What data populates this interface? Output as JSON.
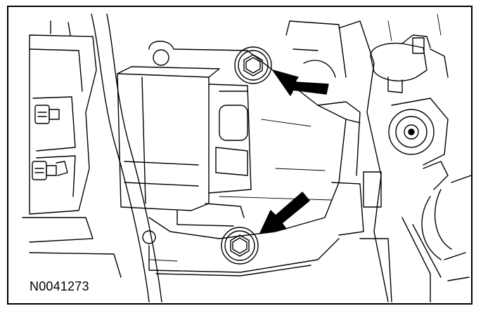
{
  "figure": {
    "id_label": "N0041273"
  },
  "colors": {
    "line": "#000000",
    "background": "#ffffff"
  },
  "callouts": [
    {
      "name": "upper-arrow",
      "points_to": "upper-bolt"
    },
    {
      "name": "lower-arrow",
      "points_to": "lower-bolt"
    }
  ]
}
